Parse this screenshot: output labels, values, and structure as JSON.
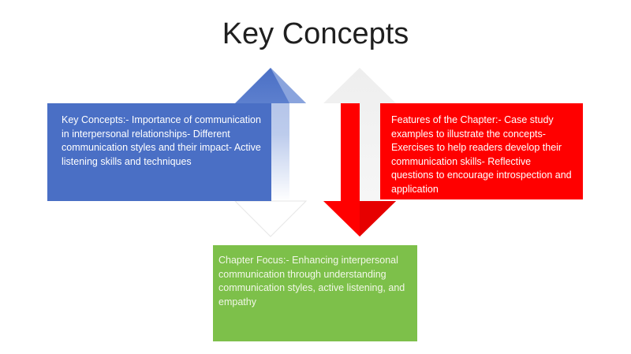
{
  "slide": {
    "title": "Key Concepts"
  },
  "boxes": {
    "key_concepts": "Key Concepts:- Importance of communication in interpersonal relationships- Different communication styles and their impact- Active listening skills and techniques",
    "features": "Features of the Chapter:- Case study examples to illustrate the concepts- Exercises to help readers develop their communication skills- Reflective questions to encourage introspection and application",
    "chapter_focus": "Chapter Focus:- Enhancing interpersonal communication through understanding communication styles, active listening, and empathy"
  },
  "colors": {
    "blue": "#4a6fc5",
    "red": "#ff0000",
    "green": "#7dc04a"
  }
}
